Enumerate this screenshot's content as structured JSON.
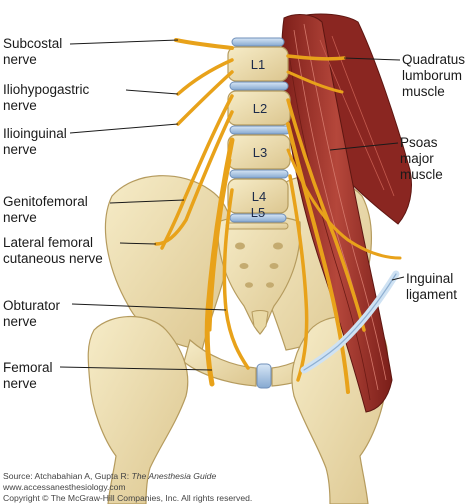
{
  "labels_left": {
    "subcostal": "Subcostal\nnerve",
    "iliohypogastric": "Iliohypogastric\nnerve",
    "ilioinguinal": "Ilioinguinal\nnerve",
    "genitofemoral": "Genitofemoral\nnerve",
    "lateral_femoral_cutaneous": "Lateral femoral\ncutaneous nerve",
    "obturator": "Obturator\nnerve",
    "femoral": "Femoral\nnerve"
  },
  "labels_right": {
    "quadratus_lumborum": "Quadratus\nlumborum\nmuscle",
    "psoas_major": "Psoas\nmajor\nmuscle",
    "inguinal_ligament": "Inguinal\nligament"
  },
  "vertebrae": [
    "L1",
    "L2",
    "L3",
    "L4",
    "L5"
  ],
  "credit": {
    "source_prefix": "Source: Atchabahian A, Gupta R: ",
    "source_title": "The Anesthesia Guide",
    "website": "www.accessanesthesiology.com",
    "copyright": "Copyright © The McGraw-Hill Companies, Inc. All rights reserved."
  },
  "colors": {
    "bone": "#efe2b8",
    "bone_shade": "#d8c38c",
    "disc": "#a9c6e6",
    "muscle": "#a8342c",
    "nerve": "#e8a21a",
    "ligament": "#cfe2f3"
  }
}
